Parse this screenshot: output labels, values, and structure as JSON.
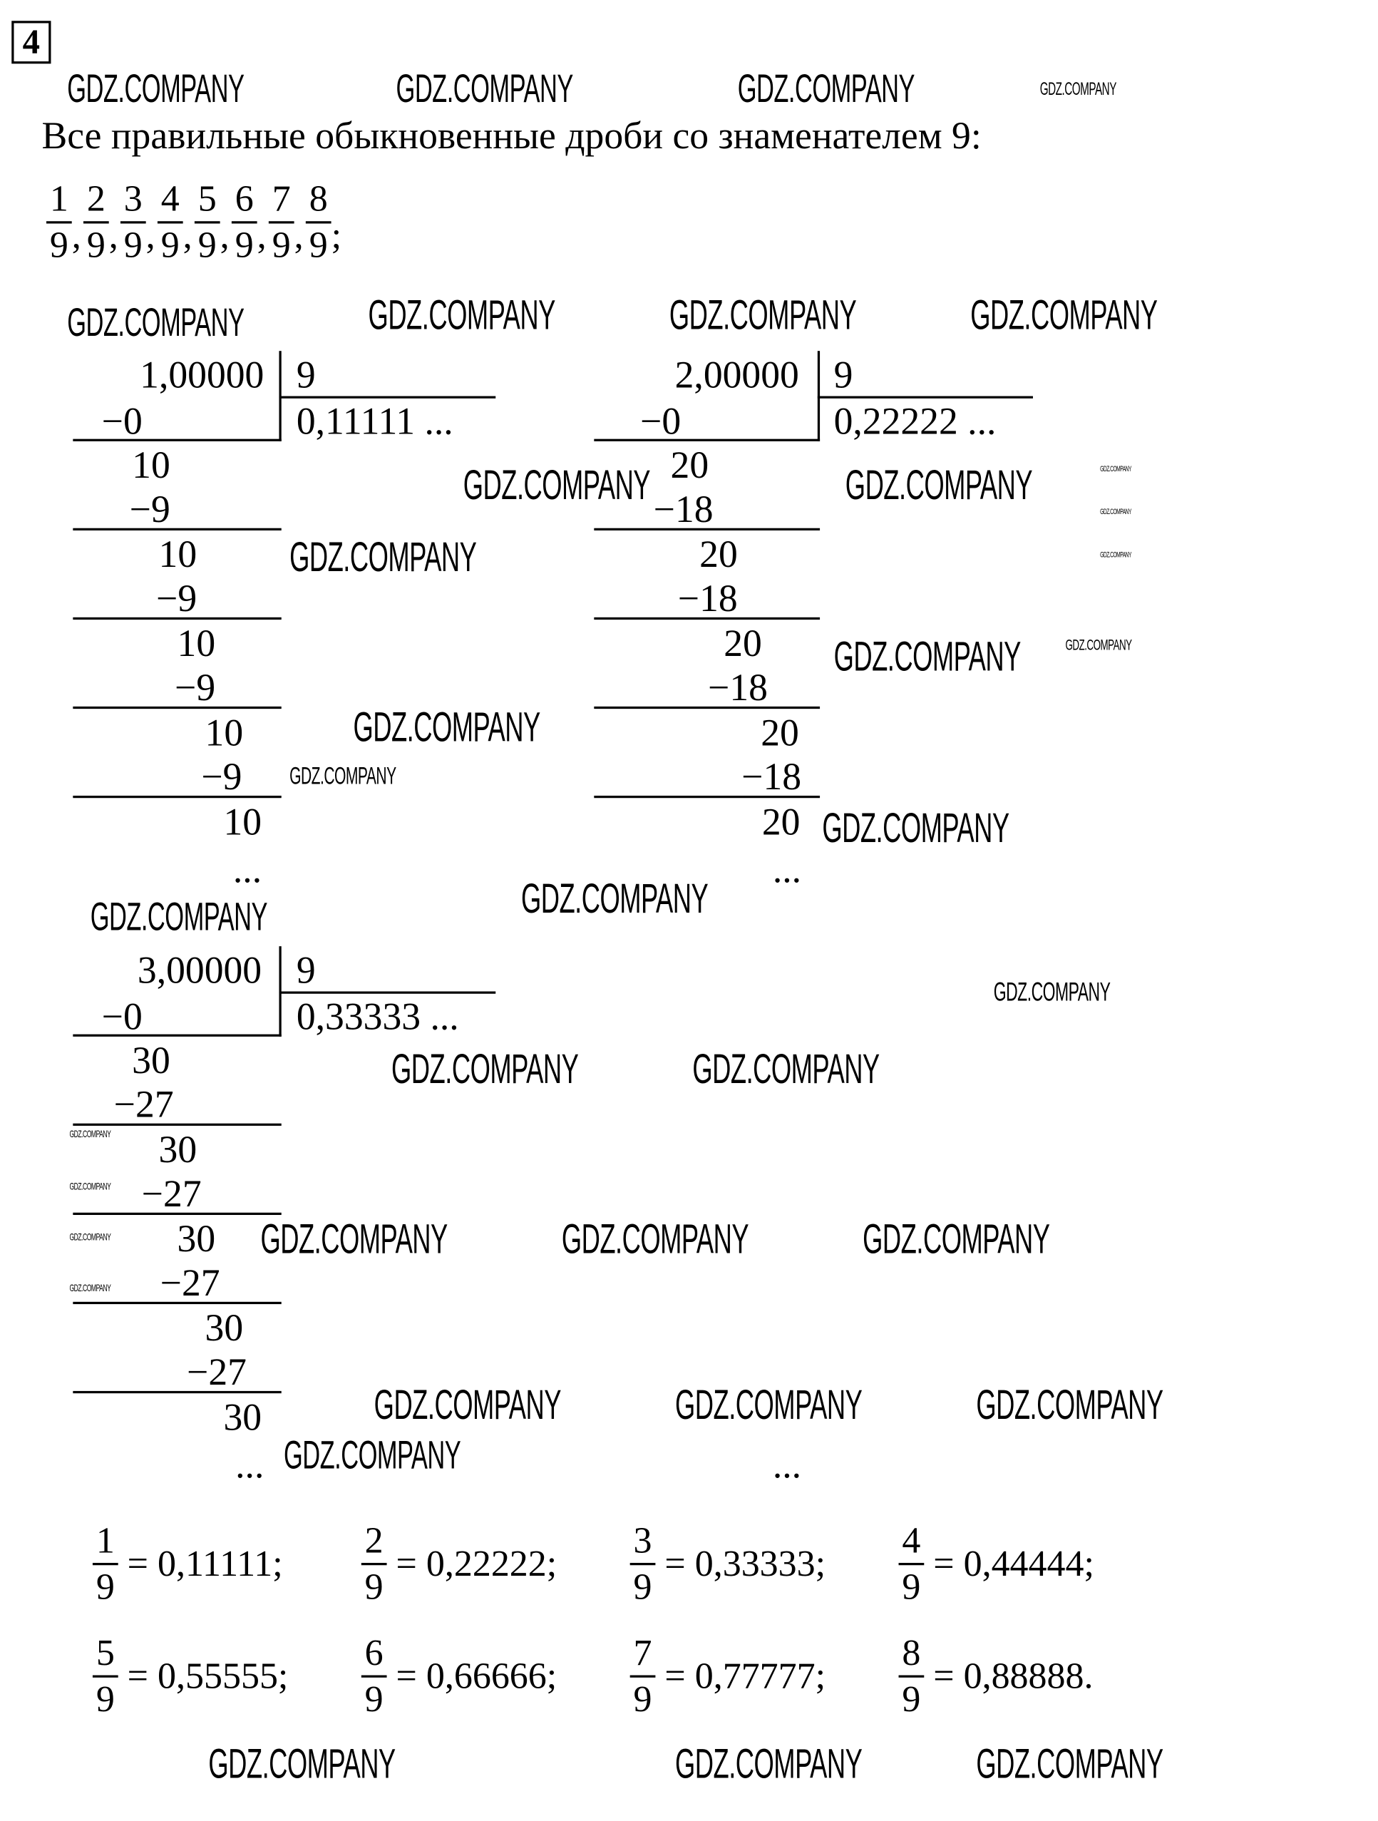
{
  "task_number": "4",
  "heading": "Все правильные обыкновенные дроби со знаменателем 9:",
  "fractions": [
    {
      "num": "1",
      "den": "9"
    },
    {
      "num": "2",
      "den": "9"
    },
    {
      "num": "3",
      "den": "9"
    },
    {
      "num": "4",
      "den": "9"
    },
    {
      "num": "5",
      "den": "9"
    },
    {
      "num": "6",
      "den": "9"
    },
    {
      "num": "7",
      "den": "9"
    },
    {
      "num": "8",
      "den": "9"
    }
  ],
  "fraction_separator": ",",
  "fraction_end": ";",
  "divisions": [
    {
      "dividend": "1,00000",
      "divisor": "9",
      "quotient": "0,11111 ...",
      "first_sub": "−0",
      "steps": [
        {
          "rem": "10",
          "sub": "−9"
        },
        {
          "rem": "10",
          "sub": "−9"
        },
        {
          "rem": "10",
          "sub": "−9"
        },
        {
          "rem": "10",
          "sub": "−9"
        }
      ],
      "last_rem": "10",
      "ellipsis": "..."
    },
    {
      "dividend": "2,00000",
      "divisor": "9",
      "quotient": "0,22222 ...",
      "first_sub": "−0",
      "steps": [
        {
          "rem": "20",
          "sub": "−18"
        },
        {
          "rem": "20",
          "sub": "−18"
        },
        {
          "rem": "20",
          "sub": "−18"
        },
        {
          "rem": "20",
          "sub": "−18"
        }
      ],
      "last_rem": "20",
      "ellipsis": "..."
    },
    {
      "dividend": "3,00000",
      "divisor": "9",
      "quotient": "0,33333 ...",
      "first_sub": "−0",
      "steps": [
        {
          "rem": "30",
          "sub": "−27"
        },
        {
          "rem": "30",
          "sub": "−27"
        },
        {
          "rem": "30",
          "sub": "−27"
        },
        {
          "rem": "30",
          "sub": "−27"
        }
      ],
      "last_rem": "30",
      "ellipsis": "..."
    }
  ],
  "extra_ellipsis": "...",
  "results": [
    {
      "num": "1",
      "den": "9",
      "value": "= 0,11111;"
    },
    {
      "num": "2",
      "den": "9",
      "value": "= 0,22222;"
    },
    {
      "num": "3",
      "den": "9",
      "value": "= 0,33333;"
    },
    {
      "num": "4",
      "den": "9",
      "value": "= 0,44444;"
    },
    {
      "num": "5",
      "den": "9",
      "value": "= 0,55555;"
    },
    {
      "num": "6",
      "den": "9",
      "value": "= 0,66666;"
    },
    {
      "num": "7",
      "den": "9",
      "value": "= 0,77777;"
    },
    {
      "num": "8",
      "den": "9",
      "value": "= 0,88888."
    }
  ],
  "watermark": "GDZ.COMPANY"
}
